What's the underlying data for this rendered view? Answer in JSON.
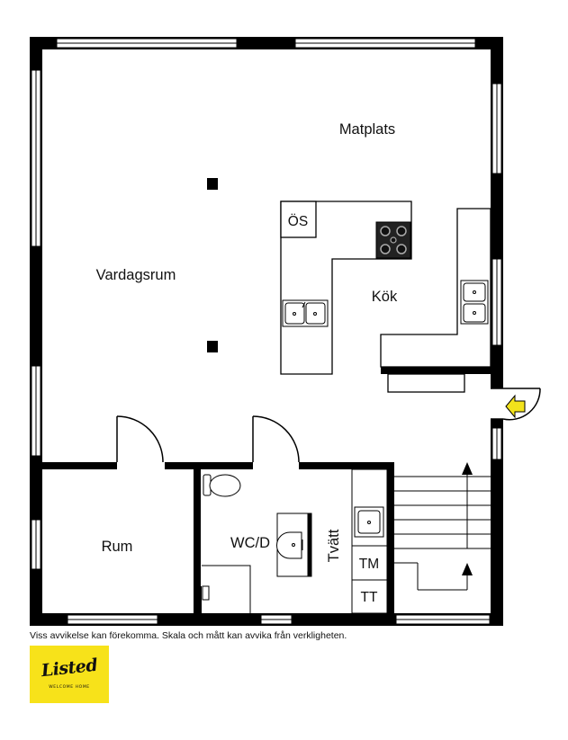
{
  "rooms": {
    "dining": "Matplats",
    "living": "Vardagsrum",
    "kitchen": "Kök",
    "oven": "ÖS",
    "bedroom": "Rum",
    "wc": "WC/D",
    "laundry": "Tvätt",
    "washer": "TM",
    "dryer": "TT"
  },
  "disclaimer": "Viss avvikelse kan förekomma. Skala och mått kan avvika från verkligheten.",
  "logo": {
    "word": "Listed",
    "tagline": "WELCOME HOME",
    "background_color": "#f7e21a"
  },
  "colors": {
    "wall": "#000000",
    "entrance_arrow": "#f2e21c"
  }
}
